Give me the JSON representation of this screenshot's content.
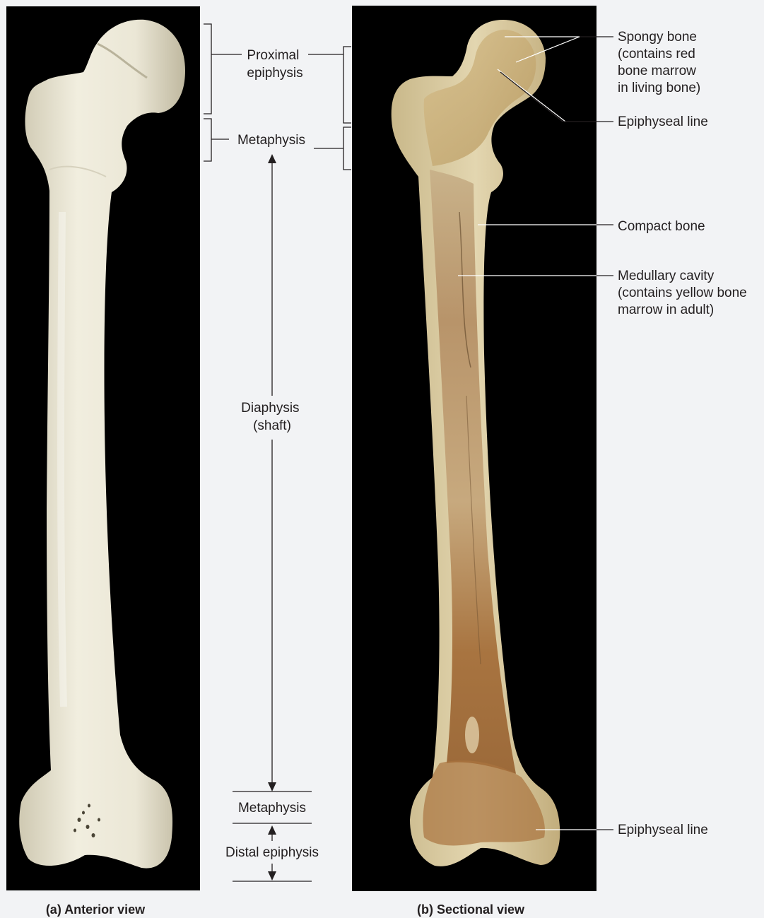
{
  "panels": {
    "a": {
      "caption": "(a) Anterior view"
    },
    "b": {
      "caption": "(b) Sectional view"
    }
  },
  "labels": {
    "proximal_epiphysis": [
      "Proximal",
      "epiphysis"
    ],
    "metaphysis_top": "Metaphysis",
    "diaphysis": [
      "Diaphysis",
      "(shaft)"
    ],
    "metaphysis_bottom": "Metaphysis",
    "distal_epiphysis": "Distal epiphysis",
    "spongy_bone": [
      "Spongy bone",
      "(contains red",
      "bone marrow",
      "in living bone)"
    ],
    "epiphyseal_line_top": "Epiphyseal line",
    "compact_bone": "Compact bone",
    "medullary_cavity": [
      "Medullary cavity",
      "(contains yellow bone",
      "marrow in adult)"
    ],
    "epiphyseal_line_bottom": "Epiphyseal line"
  },
  "colors": {
    "background": "#f2f3f5",
    "photo_background": "#000000",
    "bone": "#ebe7d6",
    "compact_bone": "#d8c9a0",
    "spongy_bone": "#b2814a",
    "label_text": "#231f20"
  }
}
